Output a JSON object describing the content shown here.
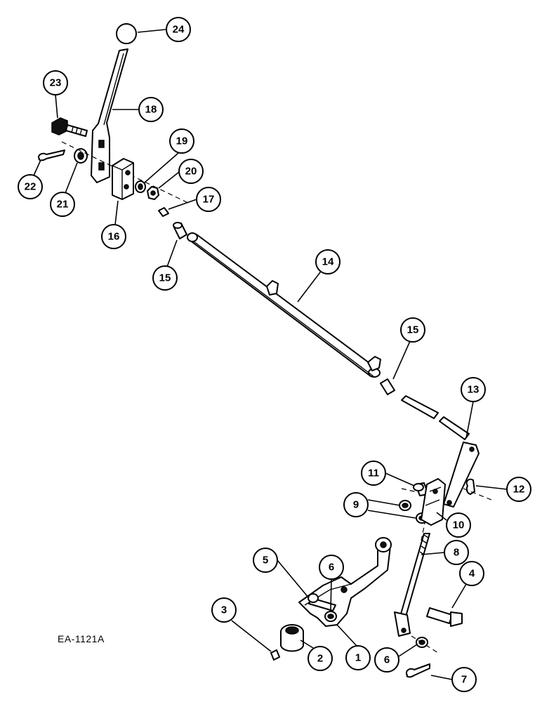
{
  "figure": {
    "reference_code": "EA-1121A"
  },
  "callouts": [
    {
      "id": "c1",
      "label": "1"
    },
    {
      "id": "c2",
      "label": "2"
    },
    {
      "id": "c3",
      "label": "3"
    },
    {
      "id": "c4",
      "label": "4"
    },
    {
      "id": "c5",
      "label": "5"
    },
    {
      "id": "c6a",
      "label": "6"
    },
    {
      "id": "c6b",
      "label": "6"
    },
    {
      "id": "c7",
      "label": "7"
    },
    {
      "id": "c8",
      "label": "8"
    },
    {
      "id": "c9",
      "label": "9"
    },
    {
      "id": "c10",
      "label": "10"
    },
    {
      "id": "c11",
      "label": "11"
    },
    {
      "id": "c12",
      "label": "12"
    },
    {
      "id": "c13",
      "label": "13"
    },
    {
      "id": "c14",
      "label": "14"
    },
    {
      "id": "c15a",
      "label": "15"
    },
    {
      "id": "c15b",
      "label": "15"
    },
    {
      "id": "c16",
      "label": "16"
    },
    {
      "id": "c17",
      "label": "17"
    },
    {
      "id": "c18",
      "label": "18"
    },
    {
      "id": "c19",
      "label": "19"
    },
    {
      "id": "c20",
      "label": "20"
    },
    {
      "id": "c21",
      "label": "21"
    },
    {
      "id": "c22",
      "label": "22"
    },
    {
      "id": "c23",
      "label": "23"
    },
    {
      "id": "c24",
      "label": "24"
    }
  ]
}
